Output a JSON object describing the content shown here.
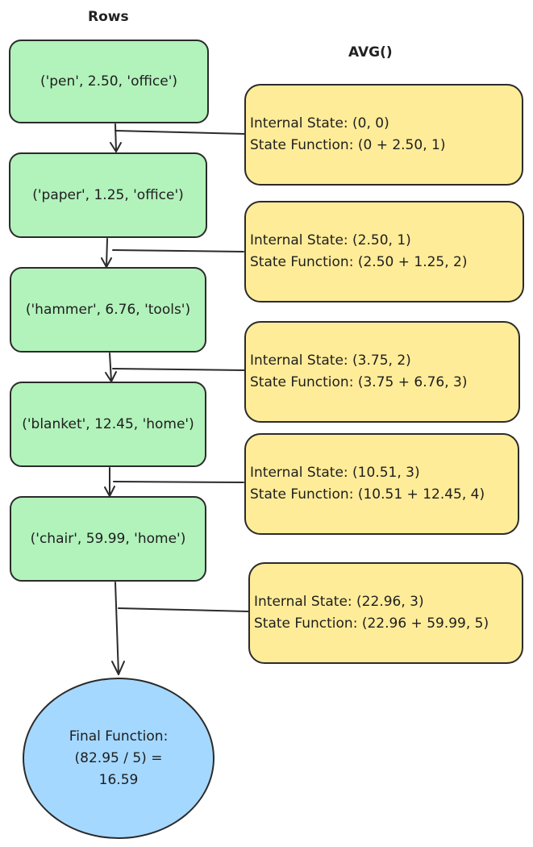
{
  "headers": {
    "rows": "Rows",
    "agg": "AVG()"
  },
  "rows": [
    "('pen', 2.50, 'office')",
    "('paper', 1.25, 'office')",
    "('hammer', 6.76, 'tools')",
    "('blanket', 12.45, 'home')",
    "('chair', 59.99, 'home')"
  ],
  "states": [
    {
      "internal": "Internal State: (0, 0)",
      "function": "State Function: (0 + 2.50, 1)"
    },
    {
      "internal": "Internal State: (2.50, 1)",
      "function": "State Function: (2.50 + 1.25, 2)"
    },
    {
      "internal": "Internal State: (3.75, 2)",
      "function": "State Function: (3.75 + 6.76, 3)"
    },
    {
      "internal": "Internal State: (10.51, 3)",
      "function": "State Function: (10.51 + 12.45, 4)"
    },
    {
      "internal": "Internal State: (22.96, 3)",
      "function": "State Function: (22.96 + 59.99, 5)"
    }
  ],
  "final": {
    "line1": "Final Function:",
    "line2": "(82.95 / 5) =",
    "line3": "16.59"
  },
  "colors": {
    "row_fill": "#b2f2bb",
    "state_fill": "#ffec99",
    "final_fill": "#a5d8ff",
    "stroke": "#2b2b2b"
  }
}
